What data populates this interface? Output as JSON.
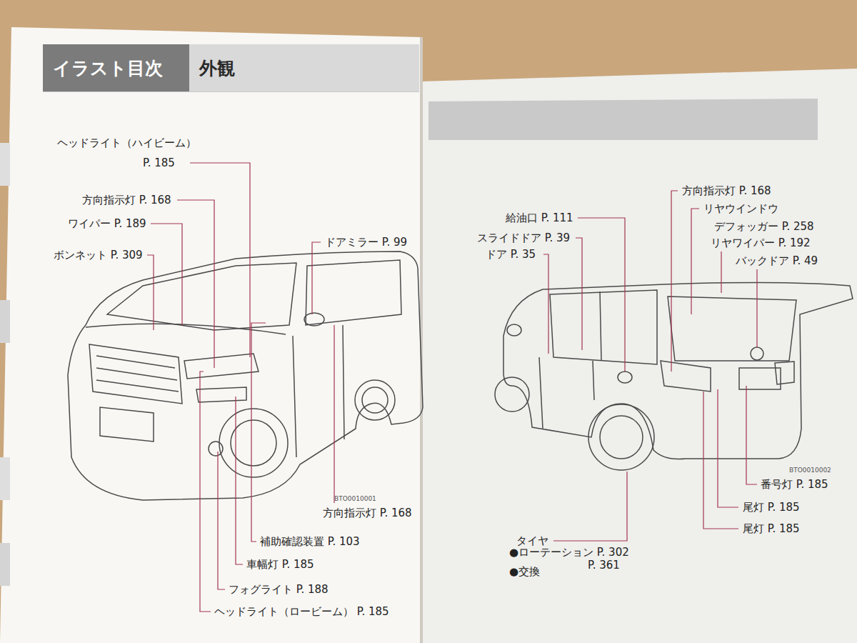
{
  "diagram": {
    "nodes": [
      {
        "text": [
          "イラスト目次"
        ]
      },
      {
        "text": [
          "外観"
        ]
      }
    ],
    "labels": [
      "ヘッドライト（ハイビーム）",
      "P. 185",
      "方向指示灯 P. 168",
      "ワイパー P. 189",
      "ボンネット P. 309",
      "ドアミラー P. 99",
      "BTO0010001",
      "方向指示灯 P. 168",
      "補助確認装置 P. 103",
      "車幅灯 P. 185",
      "フォグライト P. 188",
      "ヘッドライト（ロービーム） P. 185",
      "方向指示灯 P. 168",
      "リヤウインドウ",
      "デフォッガー P. 258",
      "リヤワイパー P. 192",
      "バックドア P. 49",
      "給油口 P. 111",
      "スライドドア P. 39",
      "ドア P. 35",
      "BTO0010002",
      "番号灯 P. 185",
      "尾灯 P. 185",
      "尾灯 P. 185",
      "タイヤ",
      "●ローテーション P. 302",
      "●交換",
      "P. 361"
    ]
  }
}
